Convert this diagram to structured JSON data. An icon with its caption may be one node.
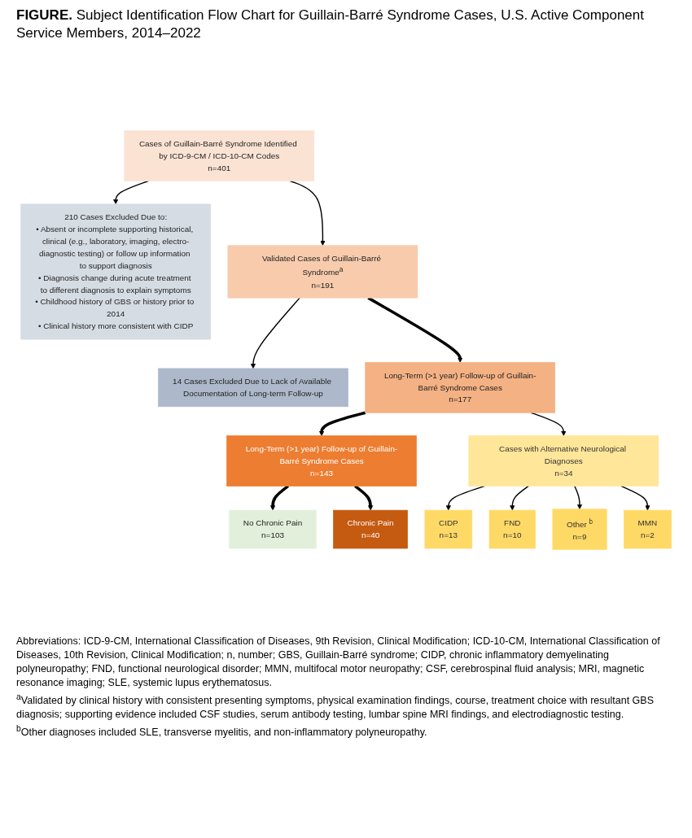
{
  "diagram": {
    "title": "**FIGURE.** Subject Identification Flow Chart for Guillain-Barré Syndrome Cases, U.S. Active Component Service Members, 2014–2022",
    "nodes": [
      {
        "text": [
          "Cases of Guillain-Barré Syndrome Identified by ICD-9-CM / ICD-10-CM Codes",
          "n=401"
        ]
      },
      {
        "text": [
          "210 Cases Excluded Due to:",
          "• Absent or incomplete supporting historical, clinical (e.g., laboratory, imaging, electro-diagnostic testing) or follow up information to support diagnosis",
          "• Diagnosis change during acute treatment to different diagnosis to explain symptoms",
          "• Childhood history of GBS or history prior to 2014",
          "• Clinical history more consistent with CIDP"
        ]
      },
      {
        "text": [
          "Validated Cases of Guillain-Barré Syndrome$^{a}$",
          "n=191"
        ]
      },
      {
        "text": [
          "14 Cases Excluded Due to Lack of Available Documentation of Long-term Follow-up"
        ]
      },
      {
        "text": [
          "Long-Term (>1 year) Follow-up of Guillain-Barré Syndrome Cases",
          "n=177"
        ]
      },
      {
        "text": [
          "Long-Term (>1 year) Follow-up of Guillain-Barré Syndrome Cases",
          "n=143"
        ]
      },
      {
        "text": [
          "Cases with Alternative Neurological Diagnoses",
          "n=34"
        ]
      },
      {
        "text": [
          "No Chronic Pain",
          "n=103"
        ]
      },
      {
        "text": [
          "Chronic Pain",
          "n=40"
        ]
      },
      {
        "text": [
          "CIDP",
          "n=13"
        ]
      },
      {
        "text": [
          "FND",
          "n=10"
        ]
      },
      {
        "text": [
          "Other $^{b}$",
          "n=9"
        ]
      },
      {
        "text": [
          "MMN",
          "n=2"
        ]
      }
    ],
    "edges": [
      {
        "from": 0,
        "to": 2,
        "arrow": "to"
      },
      {
        "from": 0,
        "to": 1,
        "arrow": "to"
      },
      {
        "from": 2,
        "to": 4,
        "arrow": "to",
        "style": "thick"
      },
      {
        "from": 2,
        "to": 3,
        "arrow": "to"
      },
      {
        "from": 4,
        "to": 5,
        "arrow": "to",
        "style": "thick"
      },
      {
        "from": 4,
        "to": 6,
        "arrow": "to"
      },
      {
        "from": 5,
        "to": 7,
        "arrow": "to",
        "style": "thick"
      },
      {
        "from": 5,
        "to": 8,
        "arrow": "to",
        "style": "thick"
      },
      {
        "from": 6,
        "to": 9,
        "arrow": "to"
      },
      {
        "from": 6,
        "to": 10,
        "arrow": "to"
      },
      {
        "from": 6,
        "to": 11,
        "arrow": "to"
      },
      {
        "from": 6,
        "to": 12,
        "arrow": "to"
      }
    ],
    "labels": [
      "Abbreviations: ICD-9-CM, International Classification of Diseases, 9th Revision, Clinical Modification; ICD-10-CM, International Classification of Diseases, 10th Revision, Clinical Modification; n, number; GBS, Guillain-Barré syndrome; CIDP, chronic inflammatory demyelinating polyneuropathy; FND, functional neurological disorder; MMN, multifocal motor neuropathy; CSF, cerebrospinal fluid analysis; MRI, magnetic resonance imaging; SLE, systemic lupus erythematosus.",
      "$^{a}$Validated by clinical history with consistent presenting symptoms, physical examination findings, course, treatment choice with resultant GBS diagnosis; supporting evidence included CSF studies, serum antibody testing, lumbar spine MRI findings, and electrodiagnostic testing.",
      "$^{b}$Other diagnoses included SLE, transverse myelitis, and non-inflammatory polyneuropathy."
    ]
  }
}
